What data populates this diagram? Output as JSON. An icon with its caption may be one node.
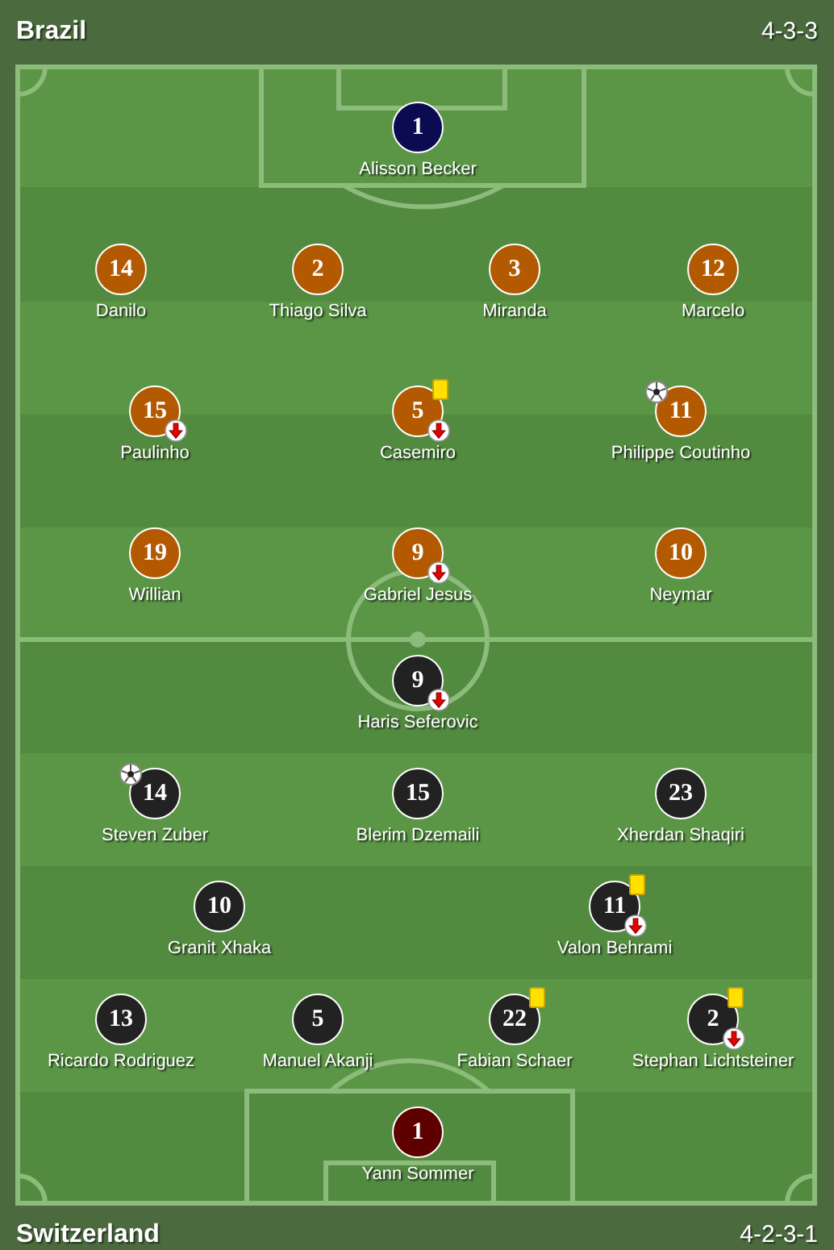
{
  "diagram": {
    "nodes": [
      {
        "text": [
          "1"
        ],
        "beside": [
          "Alisson Becker"
        ]
      },
      {
        "text": [
          "14"
        ],
        "beside": [
          "Danilo"
        ]
      },
      {
        "text": [
          "2"
        ],
        "beside": [
          "Thiago Silva"
        ]
      },
      {
        "text": [
          "3"
        ],
        "beside": [
          "Miranda"
        ]
      },
      {
        "text": [
          "12"
        ],
        "beside": [
          "Marcelo"
        ]
      },
      {
        "text": [
          "15"
        ],
        "beside": [
          "Paulinho"
        ]
      },
      {
        "text": [
          "5"
        ],
        "beside": [
          "Casemiro"
        ]
      },
      {
        "text": [
          "11"
        ],
        "beside": [
          "Philippe Coutinho"
        ]
      },
      {
        "text": [
          "19"
        ],
        "beside": [
          "Willian"
        ]
      },
      {
        "text": [
          "9"
        ],
        "beside": [
          "Gabriel Jesus"
        ]
      },
      {
        "text": [
          "10"
        ],
        "beside": [
          "Neymar"
        ]
      },
      {
        "text": [
          "9"
        ],
        "beside": [
          "Haris Seferovic"
        ]
      },
      {
        "text": [
          "14"
        ],
        "beside": [
          "Steven Zuber"
        ]
      },
      {
        "text": [
          "15"
        ],
        "beside": [
          "Blerim Dzemaili"
        ]
      },
      {
        "text": [
          "23"
        ],
        "beside": [
          "Xherdan Shaqiri"
        ]
      },
      {
        "text": [
          "10"
        ],
        "beside": [
          "Granit Xhaka"
        ]
      },
      {
        "text": [
          "11"
        ],
        "beside": [
          "Valon Behrami"
        ]
      },
      {
        "text": [
          "13"
        ],
        "beside": [
          "Ricardo Rodriguez"
        ]
      },
      {
        "text": [
          "5"
        ],
        "beside": [
          "Manuel Akanji"
        ]
      },
      {
        "text": [
          "22"
        ],
        "beside": [
          "Fabian Schaer"
        ]
      },
      {
        "text": [
          "2"
        ],
        "beside": [
          "Stephan Lichtsteiner"
        ]
      },
      {
        "text": [
          "1"
        ],
        "beside": [
          "Yann Sommer"
        ]
      }
    ],
    "labels": [
      "Brazil",
      "4-3-3",
      "Switzerland",
      "4-2-3-1"
    ]
  }
}
